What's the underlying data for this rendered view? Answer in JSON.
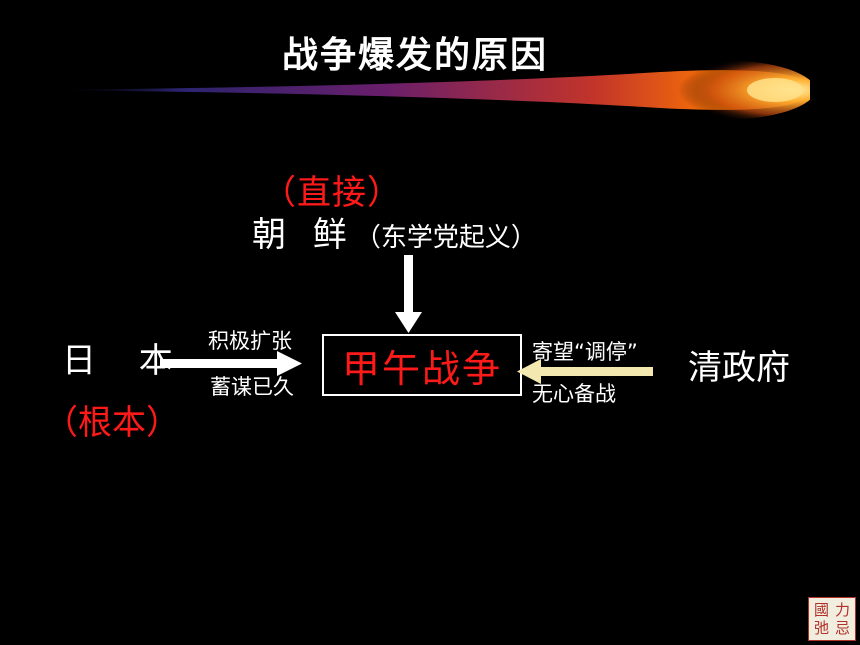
{
  "title": "战争爆发的原因",
  "nodes": {
    "korea": {
      "cause_tag": "（直接）",
      "label": "朝 鲜",
      "note": "（东学党起义）"
    },
    "japan": {
      "label": "日 本",
      "cause_tag": "（根本）",
      "note_line1": "积极扩张",
      "note_line2": "蓄谋已久"
    },
    "war": {
      "label": "甲午战争"
    },
    "qing": {
      "label": "清政府",
      "note_line1": "寄望“调停”",
      "note_line2": "无心备战"
    }
  },
  "seal": {
    "glyphs": [
      "國",
      "力",
      "弛",
      "忌"
    ]
  },
  "colors": {
    "background": "#000000",
    "text": "#ffffff",
    "emphasis": "#ff1a1a",
    "qing_arrow": "#f3e9b0",
    "streak_core": "#ffd060",
    "streak_mid": "#ff7a00",
    "streak_tail": "#3a2a8a"
  }
}
